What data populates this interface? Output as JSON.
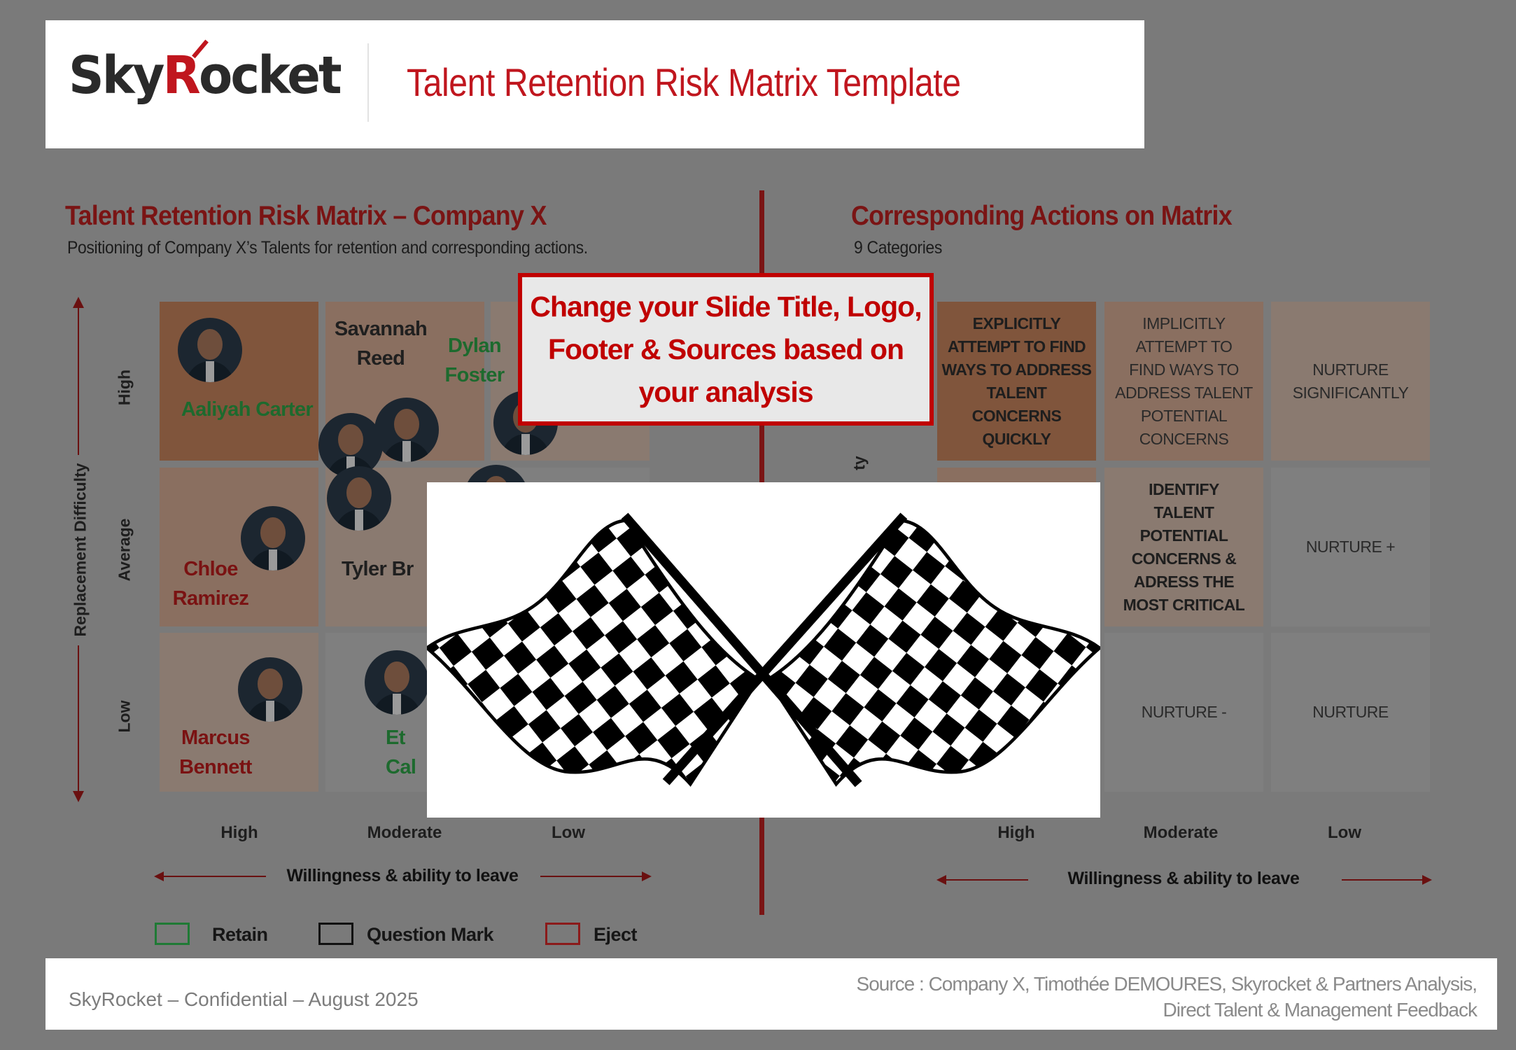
{
  "header": {
    "logo": {
      "part1": "Sky",
      "part2": "R",
      "part3": "ocket"
    },
    "title": "Talent Retention Risk Matrix Template"
  },
  "left": {
    "title": "Talent Retention Risk Matrix – Company X",
    "subtitle": "Positioning of Company X’s Talents for retention and corresponding actions.",
    "y_axis_label": "Replacement Difficulty",
    "row_labels": [
      "High",
      "Average",
      "Low"
    ],
    "col_labels": [
      "High",
      "Moderate",
      "Low"
    ],
    "x_axis_label": "Willingness & ability to leave",
    "talents": [
      {
        "name": "Aaliyah Carter",
        "status": "Retain"
      },
      {
        "name": "Savannah\nReed",
        "status": "Question Mark"
      },
      {
        "name": "Dylan\nFoster",
        "status": "Retain"
      },
      {
        "name": "Chloe\nRamirez",
        "status": "Eject"
      },
      {
        "name": "Tyler Br",
        "status": "Question Mark"
      },
      {
        "name": "Marcus\nBennett",
        "status": "Eject"
      },
      {
        "name": "Et\nCal",
        "status": "Retain"
      }
    ]
  },
  "right": {
    "title": "Corresponding Actions on Matrix",
    "subtitle": "9 Categories",
    "y_axis_label": "ty",
    "col_labels": [
      "High",
      "Moderate",
      "Low"
    ],
    "x_axis_label": "Willingness & ability to leave",
    "cells": [
      "EXPLICITLY\nATTEMPT TO FIND\nWAYS TO ADDRESS\nTALENT\nCONCERNS\nQUICKLY",
      "IMPLICITLY\nATTEMPT TO\nFIND WAYS TO\nADDRESS TALENT\nPOTENTIAL\nCONCERNS",
      "NURTURE\nSIGNIFICANTLY",
      "IDENTIFY\nTALENT\nPOTENTIAL\nCONCERNS &\nADRESS THE\nMOST CRITICAL",
      "NURTURE +",
      "NURTURE -",
      "NURTURE"
    ]
  },
  "legend": [
    {
      "label": "Retain",
      "color": "#1f7a35"
    },
    {
      "label": "Question Mark",
      "color": "#111111"
    },
    {
      "label": "Eject",
      "color": "#8b1a1a"
    }
  ],
  "callout": {
    "text": "Change your Slide Title, Logo,\nFooter & Sources based on\nyour analysis"
  },
  "image": {
    "icon": "checkered-flags-icon"
  },
  "footer": {
    "left": "SkyRocket – Confidential – August 2025",
    "source": "Source : Company X, Timothée DEMOURES, Skyrocket & Partners Analysis,\nDirect Talent & Management Feedback"
  },
  "colors": {
    "brand_red": "#c0161e",
    "callout_red": "#c00000",
    "overlay_grey": "#7a7a7a"
  }
}
